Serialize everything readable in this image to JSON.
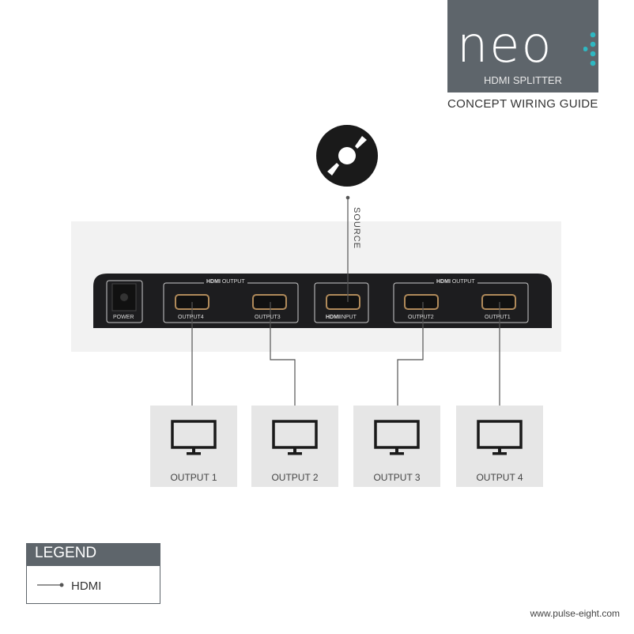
{
  "brand": {
    "logo": "neo",
    "product": "HDMI SPLITTER",
    "guide_title": "CONCEPT WIRING GUIDE",
    "accent": "#2fb8c2",
    "panel": "#5e656b"
  },
  "source": {
    "label": "SOURCE",
    "icon": "disc-icon"
  },
  "device": {
    "power": "POWER",
    "group_label": "OUTPUT",
    "hdmi_mark": "HDMI",
    "input_label": "INPUT",
    "ports": [
      "OUTPUT4",
      "OUTPUT3",
      "OUTPUT2",
      "OUTPUT1"
    ]
  },
  "outputs": [
    {
      "label": "OUTPUT 1"
    },
    {
      "label": "OUTPUT 2"
    },
    {
      "label": "OUTPUT 3"
    },
    {
      "label": "OUTPUT 4"
    }
  ],
  "legend": {
    "title": "LEGEND",
    "items": [
      {
        "label": "HDMI"
      }
    ]
  },
  "footer": {
    "url": "www.pulse-eight.com"
  }
}
